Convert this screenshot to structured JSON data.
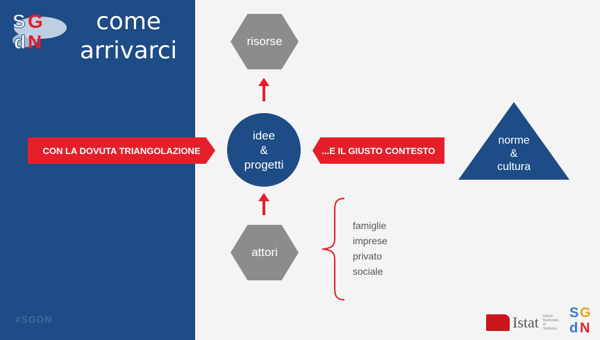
{
  "slide": {
    "title_line1": "come",
    "title_line2": "arrivarci",
    "hashtag": "#SGDN",
    "logo_letters": [
      "S",
      "G",
      "d",
      "N"
    ]
  },
  "diagram": {
    "left_banner": "CON LA DOVUTA TRIANGOLAZIONE",
    "right_banner": "...E IL GIUSTO CONTESTO",
    "center": [
      "idee",
      "&",
      "progetti"
    ],
    "top_hexagon": "risorse",
    "bottom_hexagon": "attori",
    "triangle": [
      "norme",
      "&",
      "cultura"
    ],
    "attori_list": [
      "famiglie",
      "imprese",
      "privato",
      "sociale"
    ]
  },
  "footer": {
    "istat_label": "Istat",
    "istat_sub": "Istituto Nazionale di Statistica"
  },
  "colors": {
    "blue": "#1d4c86",
    "red": "#e41f2a",
    "gray": "#8c8c8c",
    "background": "#f4f4f4"
  }
}
